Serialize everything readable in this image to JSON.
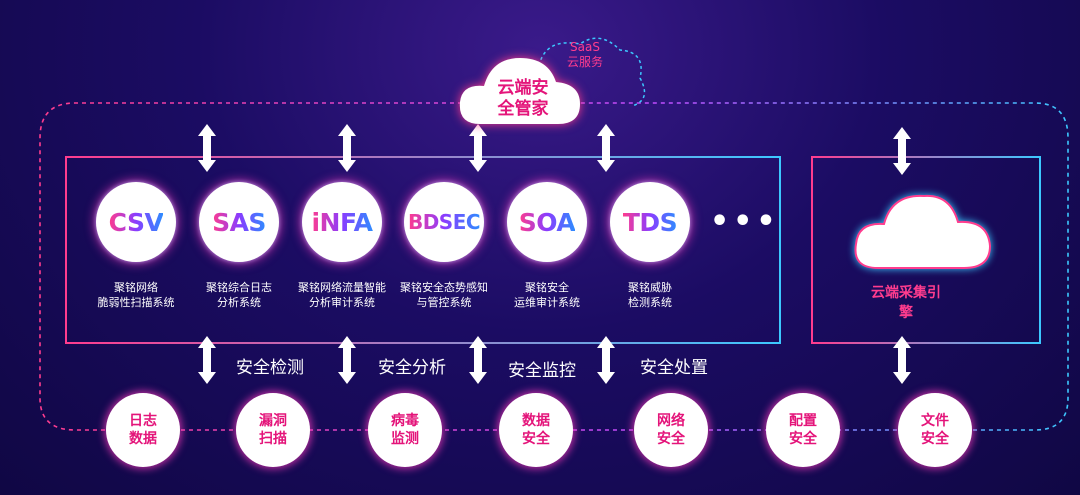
{
  "cloud_mgr": {
    "line1": "云端安",
    "line2": "全管家"
  },
  "saas": {
    "line1": "SaaS",
    "line2": "云服务"
  },
  "modules": [
    {
      "name": "CSV",
      "desc1": "聚铭网络",
      "desc2": "脆弱性扫描系统"
    },
    {
      "name": "SAS",
      "desc1": "聚铭综合日志",
      "desc2": "分析系统"
    },
    {
      "name": "iNFA",
      "desc1": "聚铭网络流量智能",
      "desc2": "分析审计系统"
    },
    {
      "name": "BDSEC",
      "desc1": "聚铭安全态势感知",
      "desc2": "与管控系统"
    },
    {
      "name": "SOA",
      "desc1": "聚铭安全",
      "desc2": "运维审计系统"
    },
    {
      "name": "TDS",
      "desc1": "聚铭威胁",
      "desc2": "检测系统"
    }
  ],
  "more": "•••",
  "engine": "云端采集引擎",
  "stages": [
    "安全检测",
    "安全分析",
    "安全监控",
    "安全处置"
  ],
  "features": [
    {
      "l1": "日志",
      "l2": "数据"
    },
    {
      "l1": "漏洞",
      "l2": "扫描"
    },
    {
      "l1": "病毒",
      "l2": "监测"
    },
    {
      "l1": "数据",
      "l2": "安全"
    },
    {
      "l1": "网络",
      "l2": "安全"
    },
    {
      "l1": "配置",
      "l2": "安全"
    },
    {
      "l1": "文件",
      "l2": "安全"
    }
  ]
}
